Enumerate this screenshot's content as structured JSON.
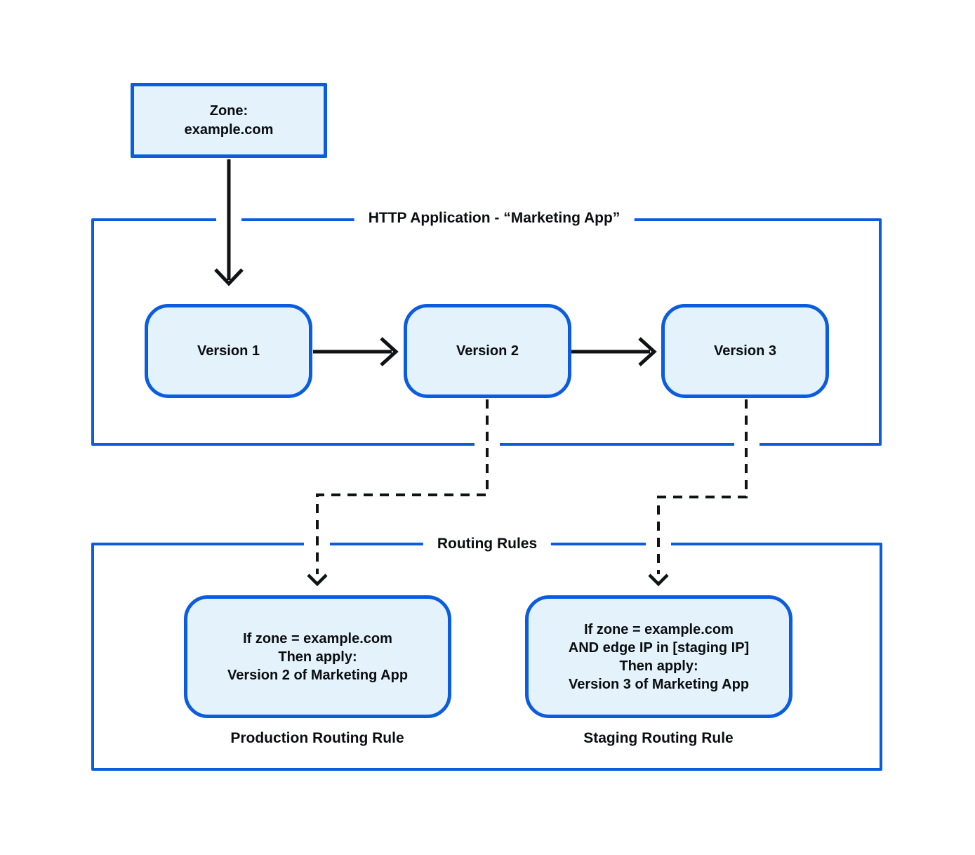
{
  "colors": {
    "accent_blue": "#0b5cdf",
    "node_fill": "#e3f2fb",
    "connector_black": "#101214",
    "text": "#0b0d0f"
  },
  "zone_box": {
    "lines": [
      "Zone:",
      "example.com"
    ]
  },
  "http_application": {
    "title": "HTTP Application - “Marketing App”",
    "versions": [
      {
        "label": "Version 1"
      },
      {
        "label": "Version 2"
      },
      {
        "label": "Version 3"
      }
    ]
  },
  "routing_rules": {
    "title": "Routing Rules",
    "rules": [
      {
        "lines": [
          "If zone = example.com",
          "Then apply:",
          "Version 2 of Marketing App"
        ],
        "caption": "Production Routing Rule"
      },
      {
        "lines": [
          "If zone = example.com",
          "AND edge IP in [staging IP]",
          "Then apply:",
          "Version 3 of Marketing App"
        ],
        "caption": "Staging Routing Rule"
      }
    ]
  }
}
